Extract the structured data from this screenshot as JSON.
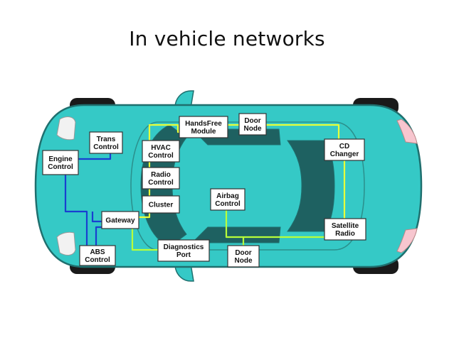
{
  "title": "In vehicle networks",
  "colors": {
    "body": "#35c9c6",
    "body_dark": "#1f6f6e",
    "roof_dark": "#2b8f8c",
    "glass": "#1e6161",
    "box_fill": "#ffffff",
    "box_stroke": "#333333",
    "bus_blue": "#1a3fd0",
    "bus_yellow": "#e8ff3a",
    "bus_green": "#b8ff3a",
    "headlight": "#f2f2f2",
    "taillight": "#f7c6cf",
    "tire": "#1a1a1a"
  },
  "nodes": {
    "engine": [
      "Engine",
      "Control"
    ],
    "trans": [
      "Trans",
      "Control"
    ],
    "abs": [
      "ABS",
      "Control"
    ],
    "gateway": [
      "Gateway"
    ],
    "hvac": [
      "HVAC",
      "Control"
    ],
    "radio": [
      "Radio",
      "Control"
    ],
    "cluster": [
      "Cluster"
    ],
    "diag": [
      "Diagnostics",
      "Port"
    ],
    "handsfree": [
      "HandsFree",
      "Module"
    ],
    "door_top": [
      "Door",
      "Node"
    ],
    "door_bottom": [
      "Door",
      "Node"
    ],
    "airbag": [
      "Airbag",
      "Control"
    ],
    "cd": [
      "CD",
      "Changer"
    ],
    "satellite": [
      "Satellite",
      "Radio"
    ]
  }
}
